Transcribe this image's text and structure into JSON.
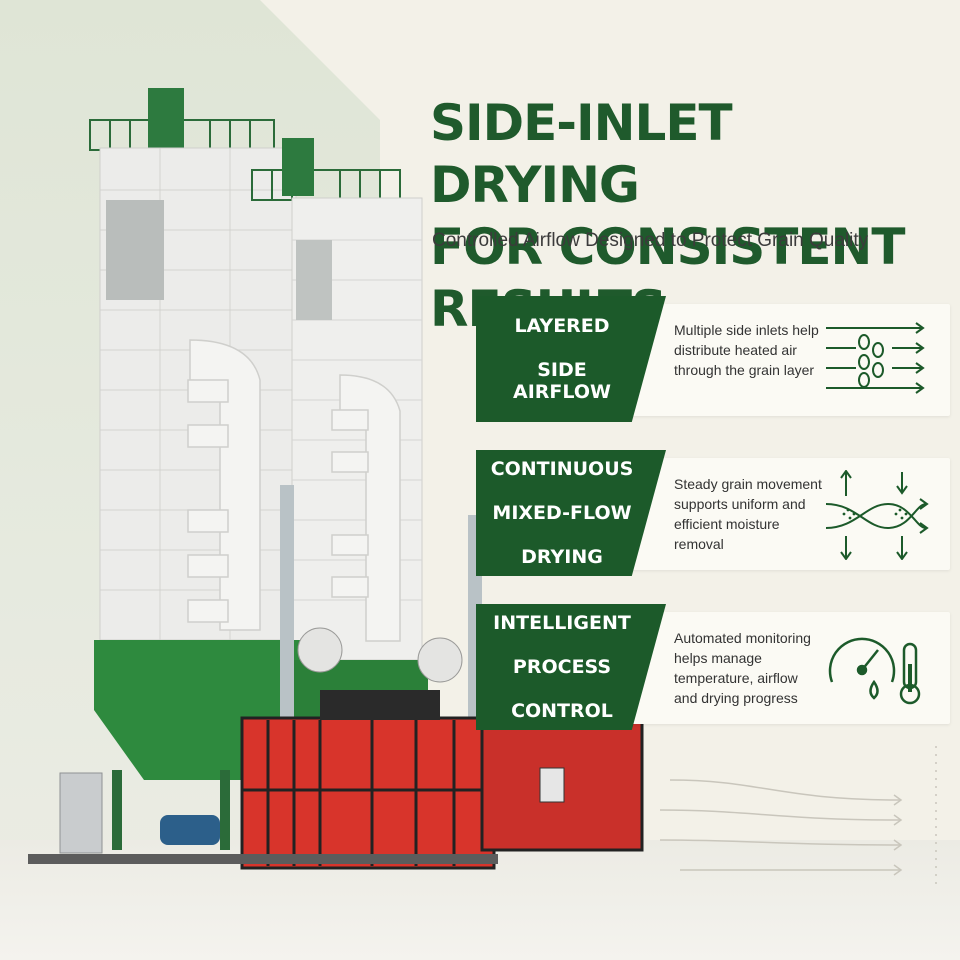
{
  "headline": {
    "line1": "Side-Inlet Drying",
    "line2": "for Consistent Results"
  },
  "subtitle": "Controlled Airflow Designed to Protect Grain Quality",
  "features": [
    {
      "title_line1": "Layered",
      "title_line2": "Side Airflow",
      "title_line3": "",
      "description": "Multiple side inlets help distribute heated air through the grain layer",
      "icon": "airflow-grain-icon"
    },
    {
      "title_line1": "Continuous",
      "title_line2": "Mixed-Flow",
      "title_line3": "Drying",
      "description": "Steady grain movement supports uniform and efficient moisture removal",
      "icon": "mixed-flow-icon"
    },
    {
      "title_line1": "Intelligent",
      "title_line2": "Process",
      "title_line3": "Control",
      "description": "Automated monitoring helps manage temperature, airflow and drying progress",
      "icon": "gauge-thermometer-icon"
    }
  ],
  "colors": {
    "brand_green": "#1c5a2a",
    "headline_green": "#1f5a2c",
    "burner_red": "#d8342b",
    "silo_white": "#ececea",
    "background": "#f3f1e8"
  }
}
